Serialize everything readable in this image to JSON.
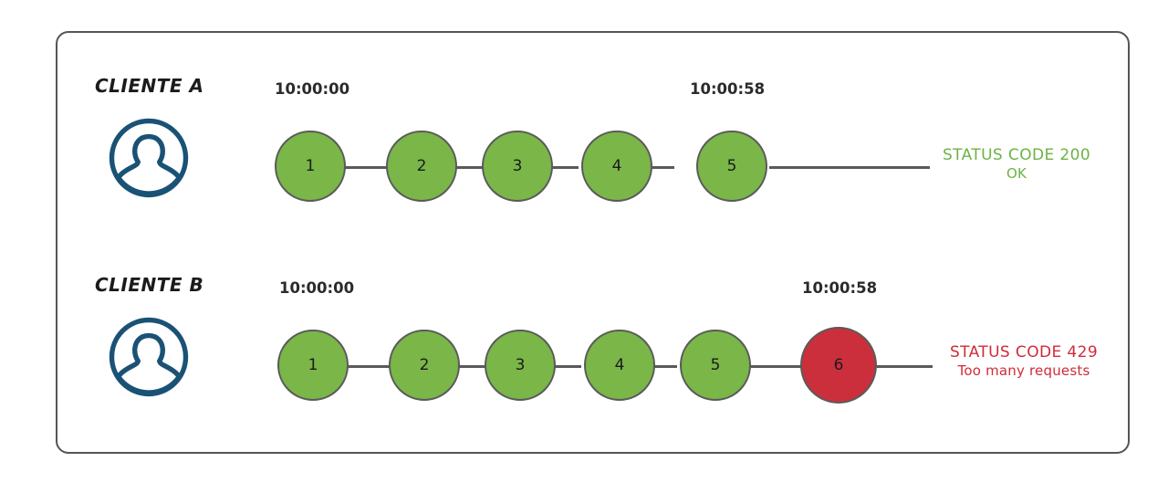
{
  "diagram": {
    "title_icon": "rate-limit-diagram",
    "frame": {
      "border_color": "#555555"
    },
    "colors": {
      "node_ok": "#7ab648",
      "node_error": "#cc2f3c",
      "node_border": "#5a5a5a",
      "status_ok": "#6cb345",
      "status_error": "#d02b38",
      "avatar": "#1a5276",
      "text": "#1b1b1b"
    },
    "rows": [
      {
        "id": "cliente-a",
        "label": "CLIENTE A",
        "avatar_icon": "user-avatar-icon",
        "time_start": "10:00:00",
        "time_end": "10:00:58",
        "nodes": [
          {
            "label": "1",
            "state": "ok"
          },
          {
            "label": "2",
            "state": "ok"
          },
          {
            "label": "3",
            "state": "ok"
          },
          {
            "label": "4",
            "state": "ok"
          },
          {
            "label": "5",
            "state": "ok"
          }
        ],
        "status": {
          "title": "STATUS CODE 200",
          "subtitle": "OK",
          "state": "ok"
        }
      },
      {
        "id": "cliente-b",
        "label": "CLIENTE B",
        "avatar_icon": "user-avatar-icon",
        "time_start": "10:00:00",
        "time_end": "10:00:58",
        "nodes": [
          {
            "label": "1",
            "state": "ok"
          },
          {
            "label": "2",
            "state": "ok"
          },
          {
            "label": "3",
            "state": "ok"
          },
          {
            "label": "4",
            "state": "ok"
          },
          {
            "label": "5",
            "state": "ok"
          },
          {
            "label": "6",
            "state": "error"
          }
        ],
        "status": {
          "title": "STATUS CODE 429",
          "subtitle": "Too many requests",
          "state": "error"
        }
      }
    ]
  }
}
